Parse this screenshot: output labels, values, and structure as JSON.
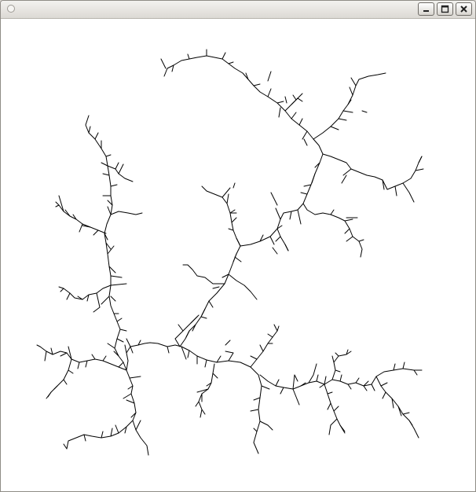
{
  "window": {
    "title": "",
    "controls": [
      "minimize",
      "maximize",
      "close"
    ]
  },
  "canvas": {
    "background": "#ffffff",
    "stroke": "#000000"
  }
}
